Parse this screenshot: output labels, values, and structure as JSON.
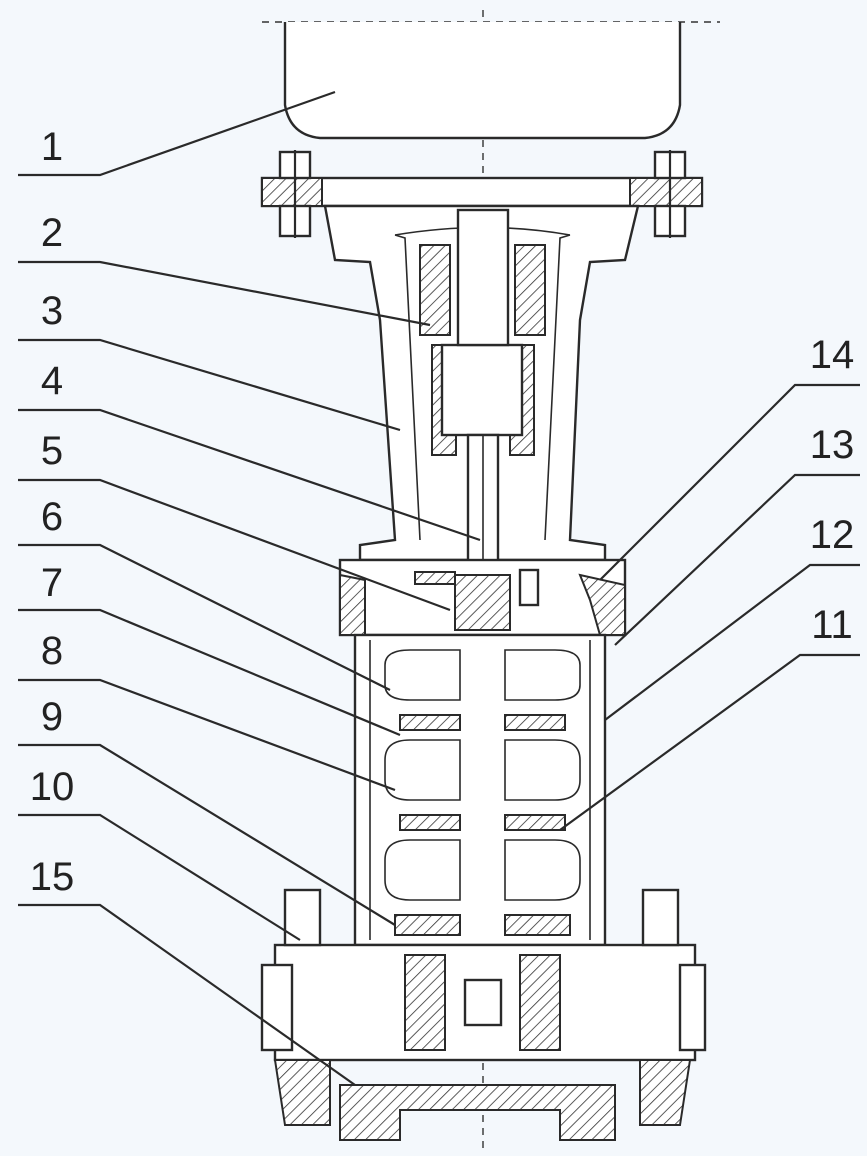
{
  "callouts": [
    {
      "number": "1",
      "side": "left"
    },
    {
      "number": "2",
      "side": "left"
    },
    {
      "number": "3",
      "side": "left"
    },
    {
      "number": "4",
      "side": "left"
    },
    {
      "number": "5",
      "side": "left"
    },
    {
      "number": "6",
      "side": "left"
    },
    {
      "number": "7",
      "side": "left"
    },
    {
      "number": "8",
      "side": "left"
    },
    {
      "number": "9",
      "side": "left"
    },
    {
      "number": "10",
      "side": "left"
    },
    {
      "number": "15",
      "side": "left"
    },
    {
      "number": "14",
      "side": "right"
    },
    {
      "number": "13",
      "side": "right"
    },
    {
      "number": "12",
      "side": "right"
    },
    {
      "number": "11",
      "side": "right"
    }
  ],
  "colors": {
    "background": "#f4f8fc",
    "line": "#2a2a2a",
    "text": "#222222"
  }
}
